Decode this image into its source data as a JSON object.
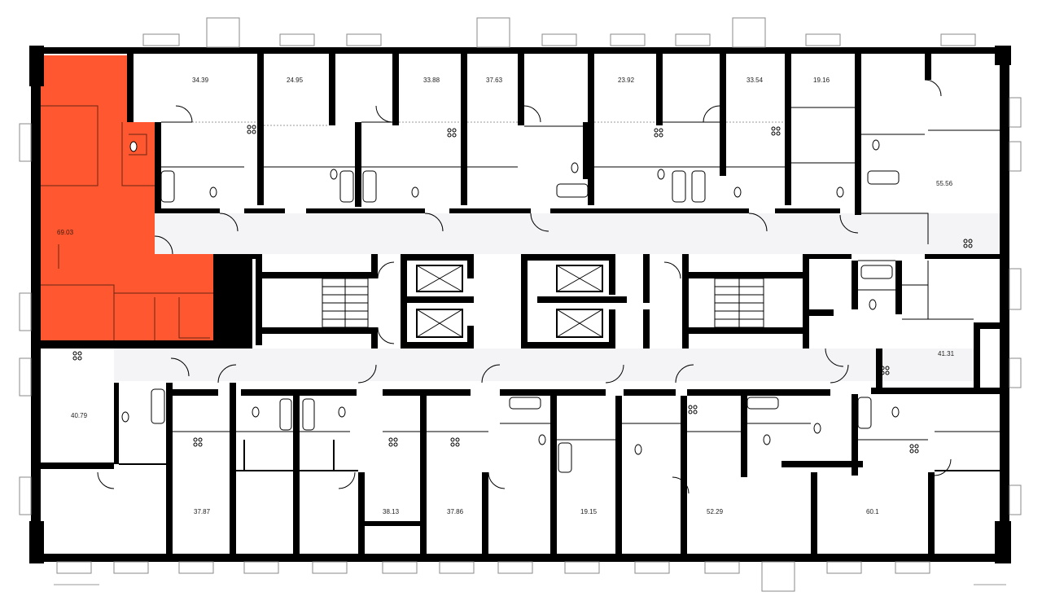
{
  "plan": {
    "colors": {
      "highlight": "#FF5730",
      "wall": "#000000",
      "corridor": "#F4F4F6"
    },
    "icons": [
      "stair-icon",
      "elevator-icon",
      "bathtub-icon",
      "toilet-icon",
      "sink-icon",
      "stove-icon",
      "door-swing-icon",
      "window-icon"
    ],
    "apartments": [
      {
        "id": "apt-highlighted",
        "area": "69.03",
        "highlighted": true
      },
      {
        "id": "apt-n1",
        "area": "34.39"
      },
      {
        "id": "apt-n2",
        "area": "24.95"
      },
      {
        "id": "apt-n3",
        "area": "33.88"
      },
      {
        "id": "apt-n4",
        "area": "37.63"
      },
      {
        "id": "apt-n5",
        "area": "23.92"
      },
      {
        "id": "apt-n6",
        "area": "33.54"
      },
      {
        "id": "apt-n7",
        "area": "19.16"
      },
      {
        "id": "apt-e1",
        "area": "55.56"
      },
      {
        "id": "apt-e2",
        "area": "41.31"
      },
      {
        "id": "apt-w1",
        "area": "40.79"
      },
      {
        "id": "apt-s1",
        "area": "37.87"
      },
      {
        "id": "apt-s2",
        "area": "38.13"
      },
      {
        "id": "apt-s3",
        "area": "37.86"
      },
      {
        "id": "apt-s4",
        "area": "19.15"
      },
      {
        "id": "apt-s5",
        "area": "52.29"
      },
      {
        "id": "apt-s6",
        "area": "60.1"
      }
    ]
  }
}
